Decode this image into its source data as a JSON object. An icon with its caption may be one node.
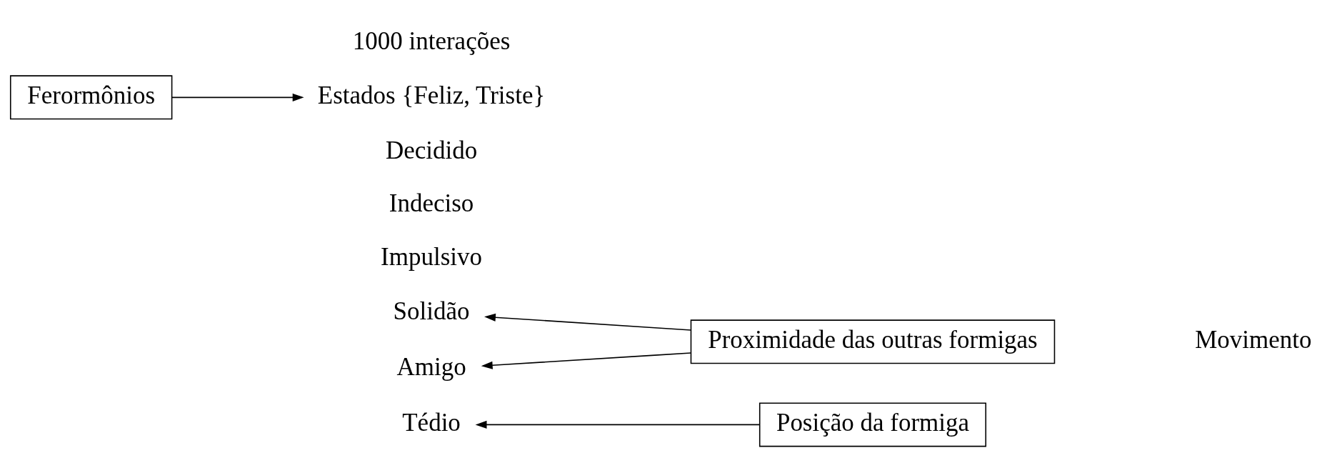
{
  "diagram": {
    "nodes": [
      {
        "text": [
          "Ferormônios"
        ]
      },
      {
        "text": [
          "Estados {Feliz, Triste}"
        ]
      },
      {
        "text": [
          "Solidão"
        ]
      },
      {
        "text": [
          "Amigo"
        ]
      },
      {
        "text": [
          "Tédio"
        ]
      },
      {
        "text": [
          "Proximidade das outras formigas"
        ]
      },
      {
        "text": [
          "Posição da formiga"
        ]
      }
    ],
    "edges": [
      {
        "from": 0,
        "to": 1,
        "arrow": "to"
      },
      {
        "from": 5,
        "to": 2,
        "arrow": "to"
      },
      {
        "from": 5,
        "to": 3,
        "arrow": "to"
      },
      {
        "from": 6,
        "to": 4,
        "arrow": "to"
      }
    ],
    "labels": [
      "1000 interações",
      "Decidido",
      "Indeciso",
      "Impulsivo",
      "Movimento"
    ]
  }
}
